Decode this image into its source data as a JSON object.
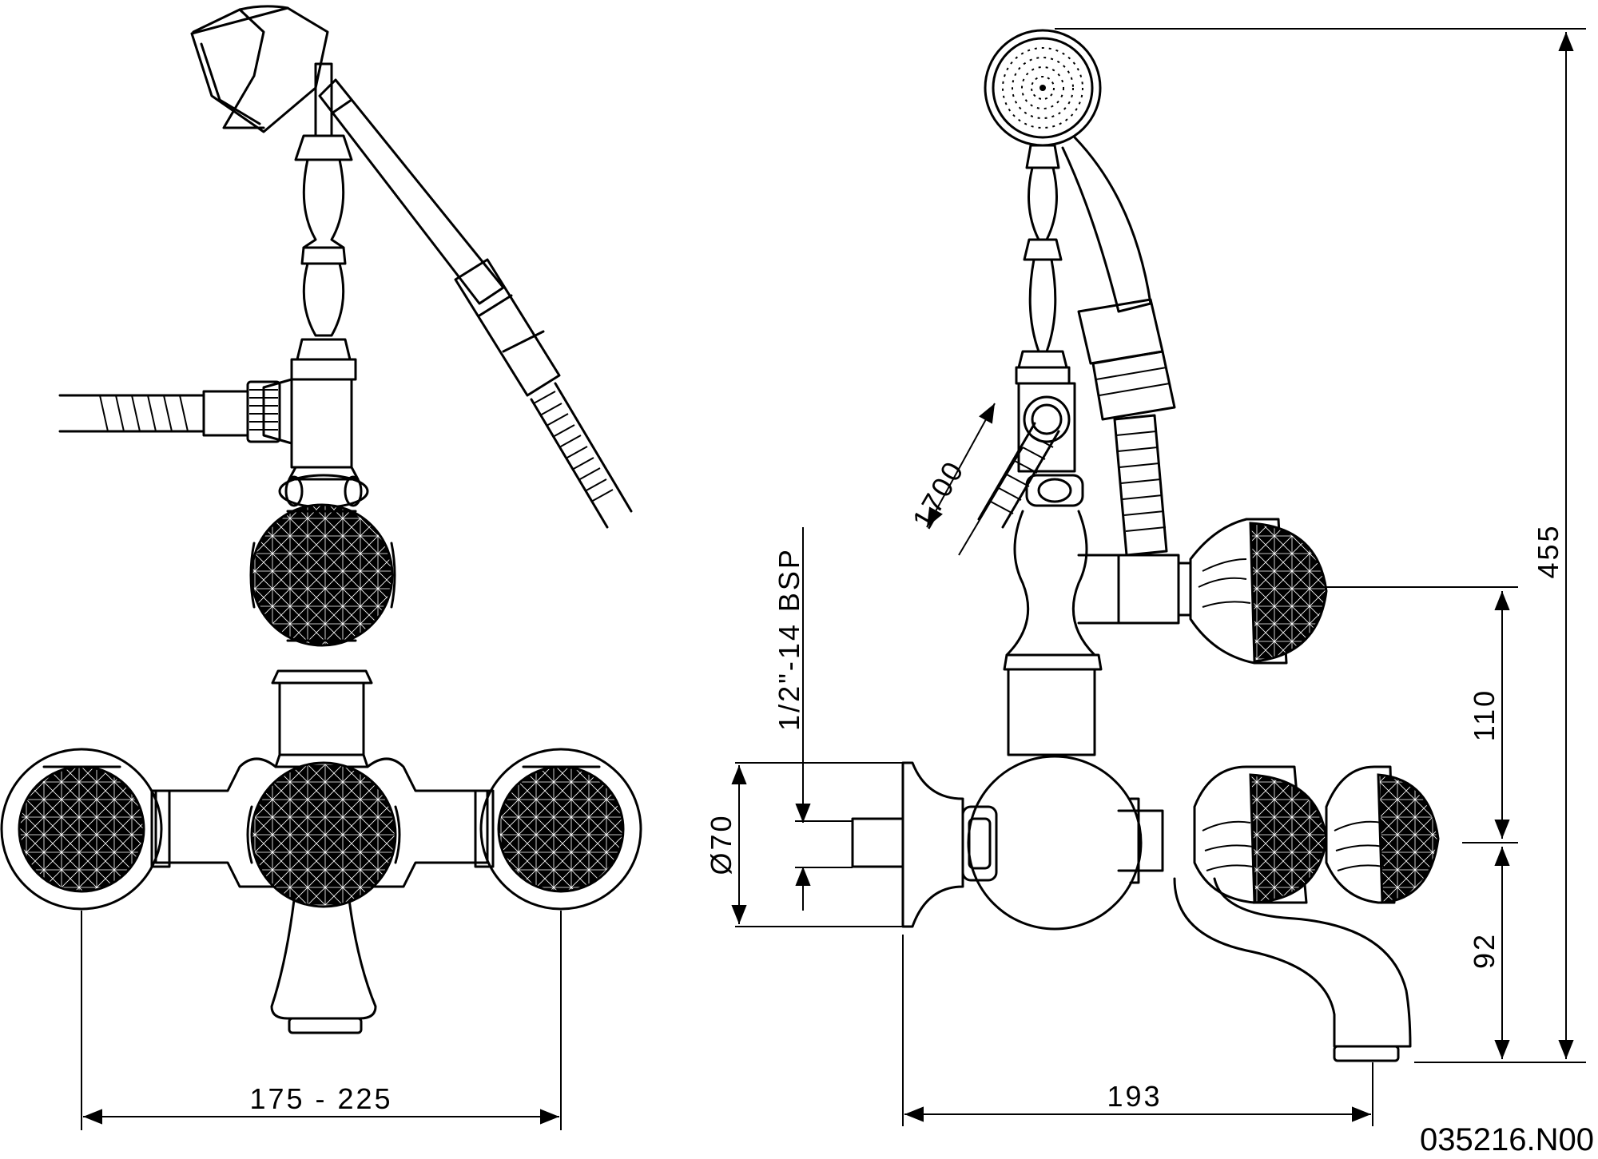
{
  "drawing": {
    "code": "035216.N00",
    "dimensions": {
      "width_range": "175 - 225",
      "projection": "193",
      "total_height": "455",
      "handle_spacing": "110",
      "spout_height": "92",
      "hose_length": "1700",
      "thread": "1/2\"-14 BSP",
      "flange_diameter": "Ø70"
    }
  }
}
